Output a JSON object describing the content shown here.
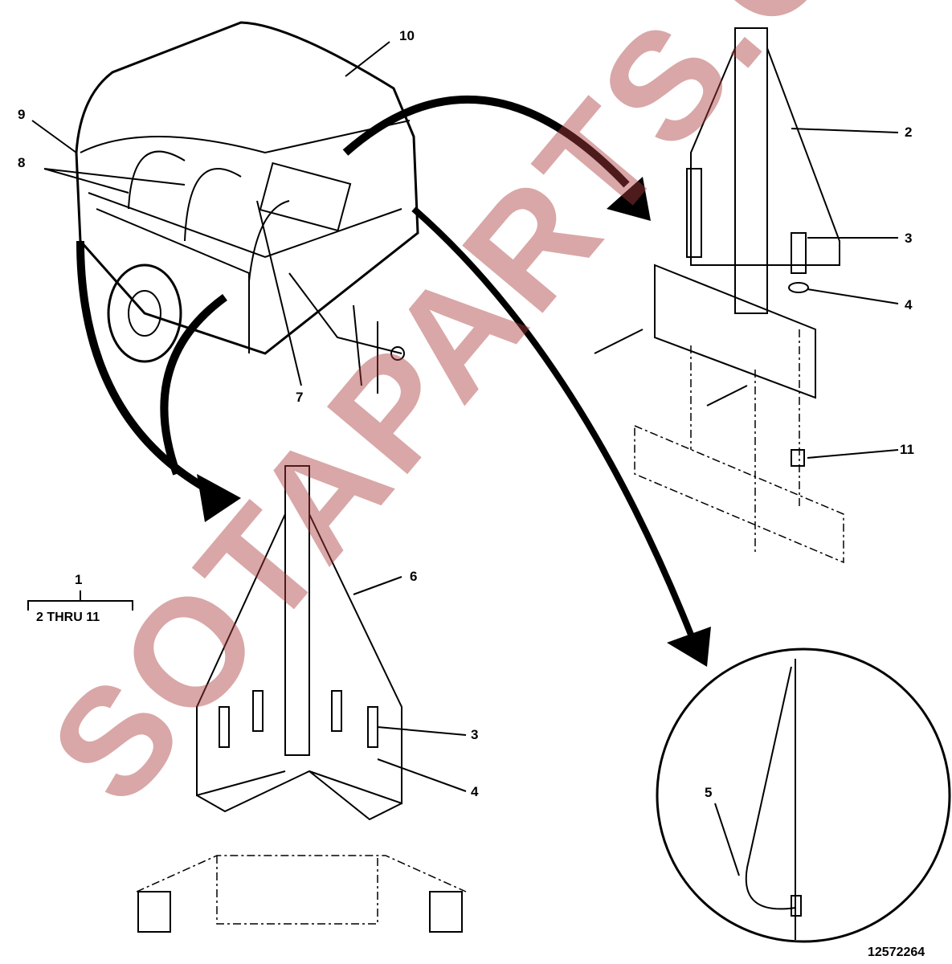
{
  "callouts": {
    "c10": "10",
    "c9": "9",
    "c8": "8",
    "c7": "7",
    "c2": "2",
    "c3a": "3",
    "c4a": "4",
    "c11": "11",
    "c6": "6",
    "c3b": "3",
    "c4b": "4",
    "c5": "5"
  },
  "assembly": {
    "number": "1",
    "range": "2 THRU 11"
  },
  "figure_id": "12572264",
  "watermark": "SOTAPARTS.COM"
}
